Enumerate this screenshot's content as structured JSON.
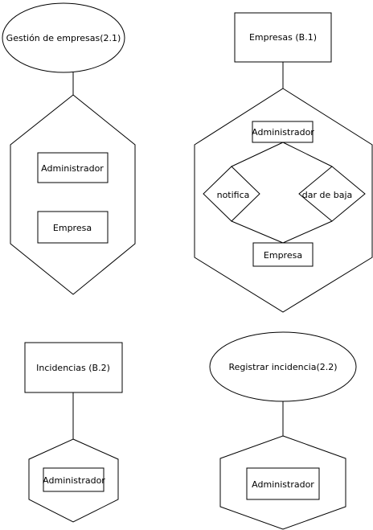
{
  "diagrams": {
    "gestion_empresas": {
      "title": "Gestión de empresas(2.1)",
      "box_administrador": "Administrador",
      "box_empresa": "Empresa"
    },
    "empresas": {
      "title": "Empresas (B.1)",
      "box_administrador": "Administrador",
      "diamond_notifica": "notifica",
      "diamond_dar_de_baja": "dar de baja",
      "box_empresa": "Empresa"
    },
    "incidencias": {
      "title": "Incidencias (B.2)",
      "box_administrador": "Administrador"
    },
    "registrar_incidencia": {
      "title": "Registrar incidencia(2.2)",
      "box_administrador": "Administrador"
    }
  }
}
